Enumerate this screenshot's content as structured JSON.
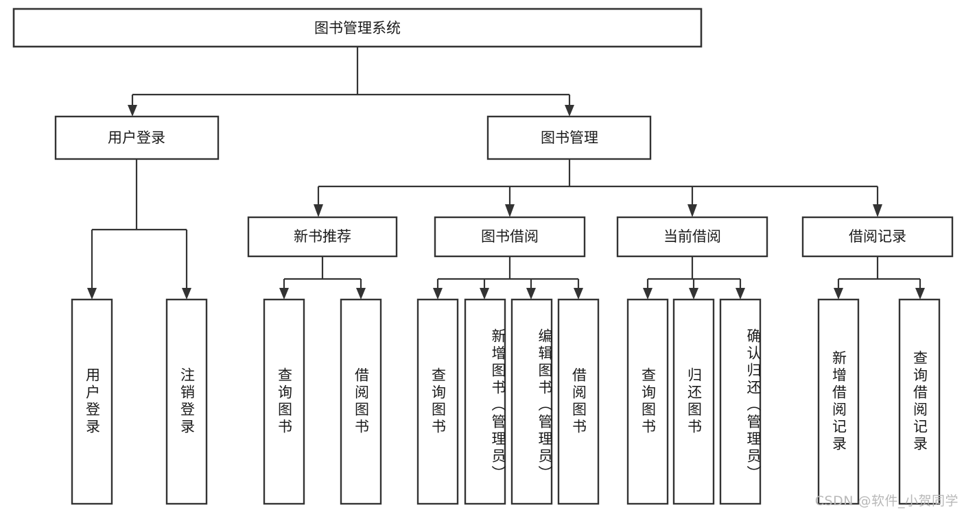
{
  "diagram": {
    "type": "tree-hierarchy",
    "title": "图书管理系统",
    "watermark": "CSDN @软件_小贺同学",
    "colors": {
      "stroke": "#333333",
      "fill": "#ffffff",
      "text": "#1a1a1a",
      "watermark": "#b8b8b8",
      "background": "#ffffff"
    },
    "levels": {
      "root": "图书管理系统",
      "level2": [
        "用户登录",
        "图书管理"
      ],
      "level3": [
        "新书推荐",
        "图书借阅",
        "当前借阅",
        "借阅记录"
      ]
    },
    "nodes": {
      "root": {
        "label": "图书管理系统",
        "orientation": "horizontal"
      },
      "user_login": {
        "label": "用户登录",
        "orientation": "horizontal"
      },
      "book_manage": {
        "label": "图书管理",
        "orientation": "horizontal"
      },
      "new_book_rec": {
        "label": "新书推荐",
        "orientation": "horizontal"
      },
      "book_borrow": {
        "label": "图书借阅",
        "orientation": "horizontal"
      },
      "current_borrow": {
        "label": "当前借阅",
        "orientation": "horizontal"
      },
      "borrow_record": {
        "label": "借阅记录",
        "orientation": "horizontal"
      },
      "leaf_1": {
        "label": "用户登录",
        "orientation": "vertical"
      },
      "leaf_2": {
        "label": "注销登录",
        "orientation": "vertical"
      },
      "leaf_3": {
        "label": "查询图书",
        "orientation": "vertical"
      },
      "leaf_4": {
        "label": "借阅图书",
        "orientation": "vertical"
      },
      "leaf_5": {
        "label": "查询图书",
        "orientation": "vertical"
      },
      "leaf_6": {
        "label": "新增图书（管理员）",
        "orientation": "vertical"
      },
      "leaf_7": {
        "label": "编辑图书（管理员）",
        "orientation": "vertical"
      },
      "leaf_8": {
        "label": "借阅图书",
        "orientation": "vertical"
      },
      "leaf_9": {
        "label": "查询图书",
        "orientation": "vertical"
      },
      "leaf_10": {
        "label": "归还图书",
        "orientation": "vertical"
      },
      "leaf_11": {
        "label": "确认归还（管理员）",
        "orientation": "vertical"
      },
      "leaf_12": {
        "label": "新增借阅记录",
        "orientation": "vertical"
      },
      "leaf_13": {
        "label": "查询借阅记录",
        "orientation": "vertical"
      }
    },
    "edges": [
      {
        "from": "root",
        "to": "user_login"
      },
      {
        "from": "root",
        "to": "book_manage"
      },
      {
        "from": "user_login",
        "to": "leaf_1"
      },
      {
        "from": "user_login",
        "to": "leaf_2"
      },
      {
        "from": "book_manage",
        "to": "new_book_rec"
      },
      {
        "from": "book_manage",
        "to": "book_borrow"
      },
      {
        "from": "book_manage",
        "to": "current_borrow"
      },
      {
        "from": "book_manage",
        "to": "borrow_record"
      },
      {
        "from": "new_book_rec",
        "to": "leaf_3"
      },
      {
        "from": "new_book_rec",
        "to": "leaf_4"
      },
      {
        "from": "book_borrow",
        "to": "leaf_5"
      },
      {
        "from": "book_borrow",
        "to": "leaf_6"
      },
      {
        "from": "book_borrow",
        "to": "leaf_7"
      },
      {
        "from": "book_borrow",
        "to": "leaf_8"
      },
      {
        "from": "current_borrow",
        "to": "leaf_9"
      },
      {
        "from": "current_borrow",
        "to": "leaf_10"
      },
      {
        "from": "current_borrow",
        "to": "leaf_11"
      },
      {
        "from": "borrow_record",
        "to": "leaf_12"
      },
      {
        "from": "borrow_record",
        "to": "leaf_13"
      }
    ]
  }
}
